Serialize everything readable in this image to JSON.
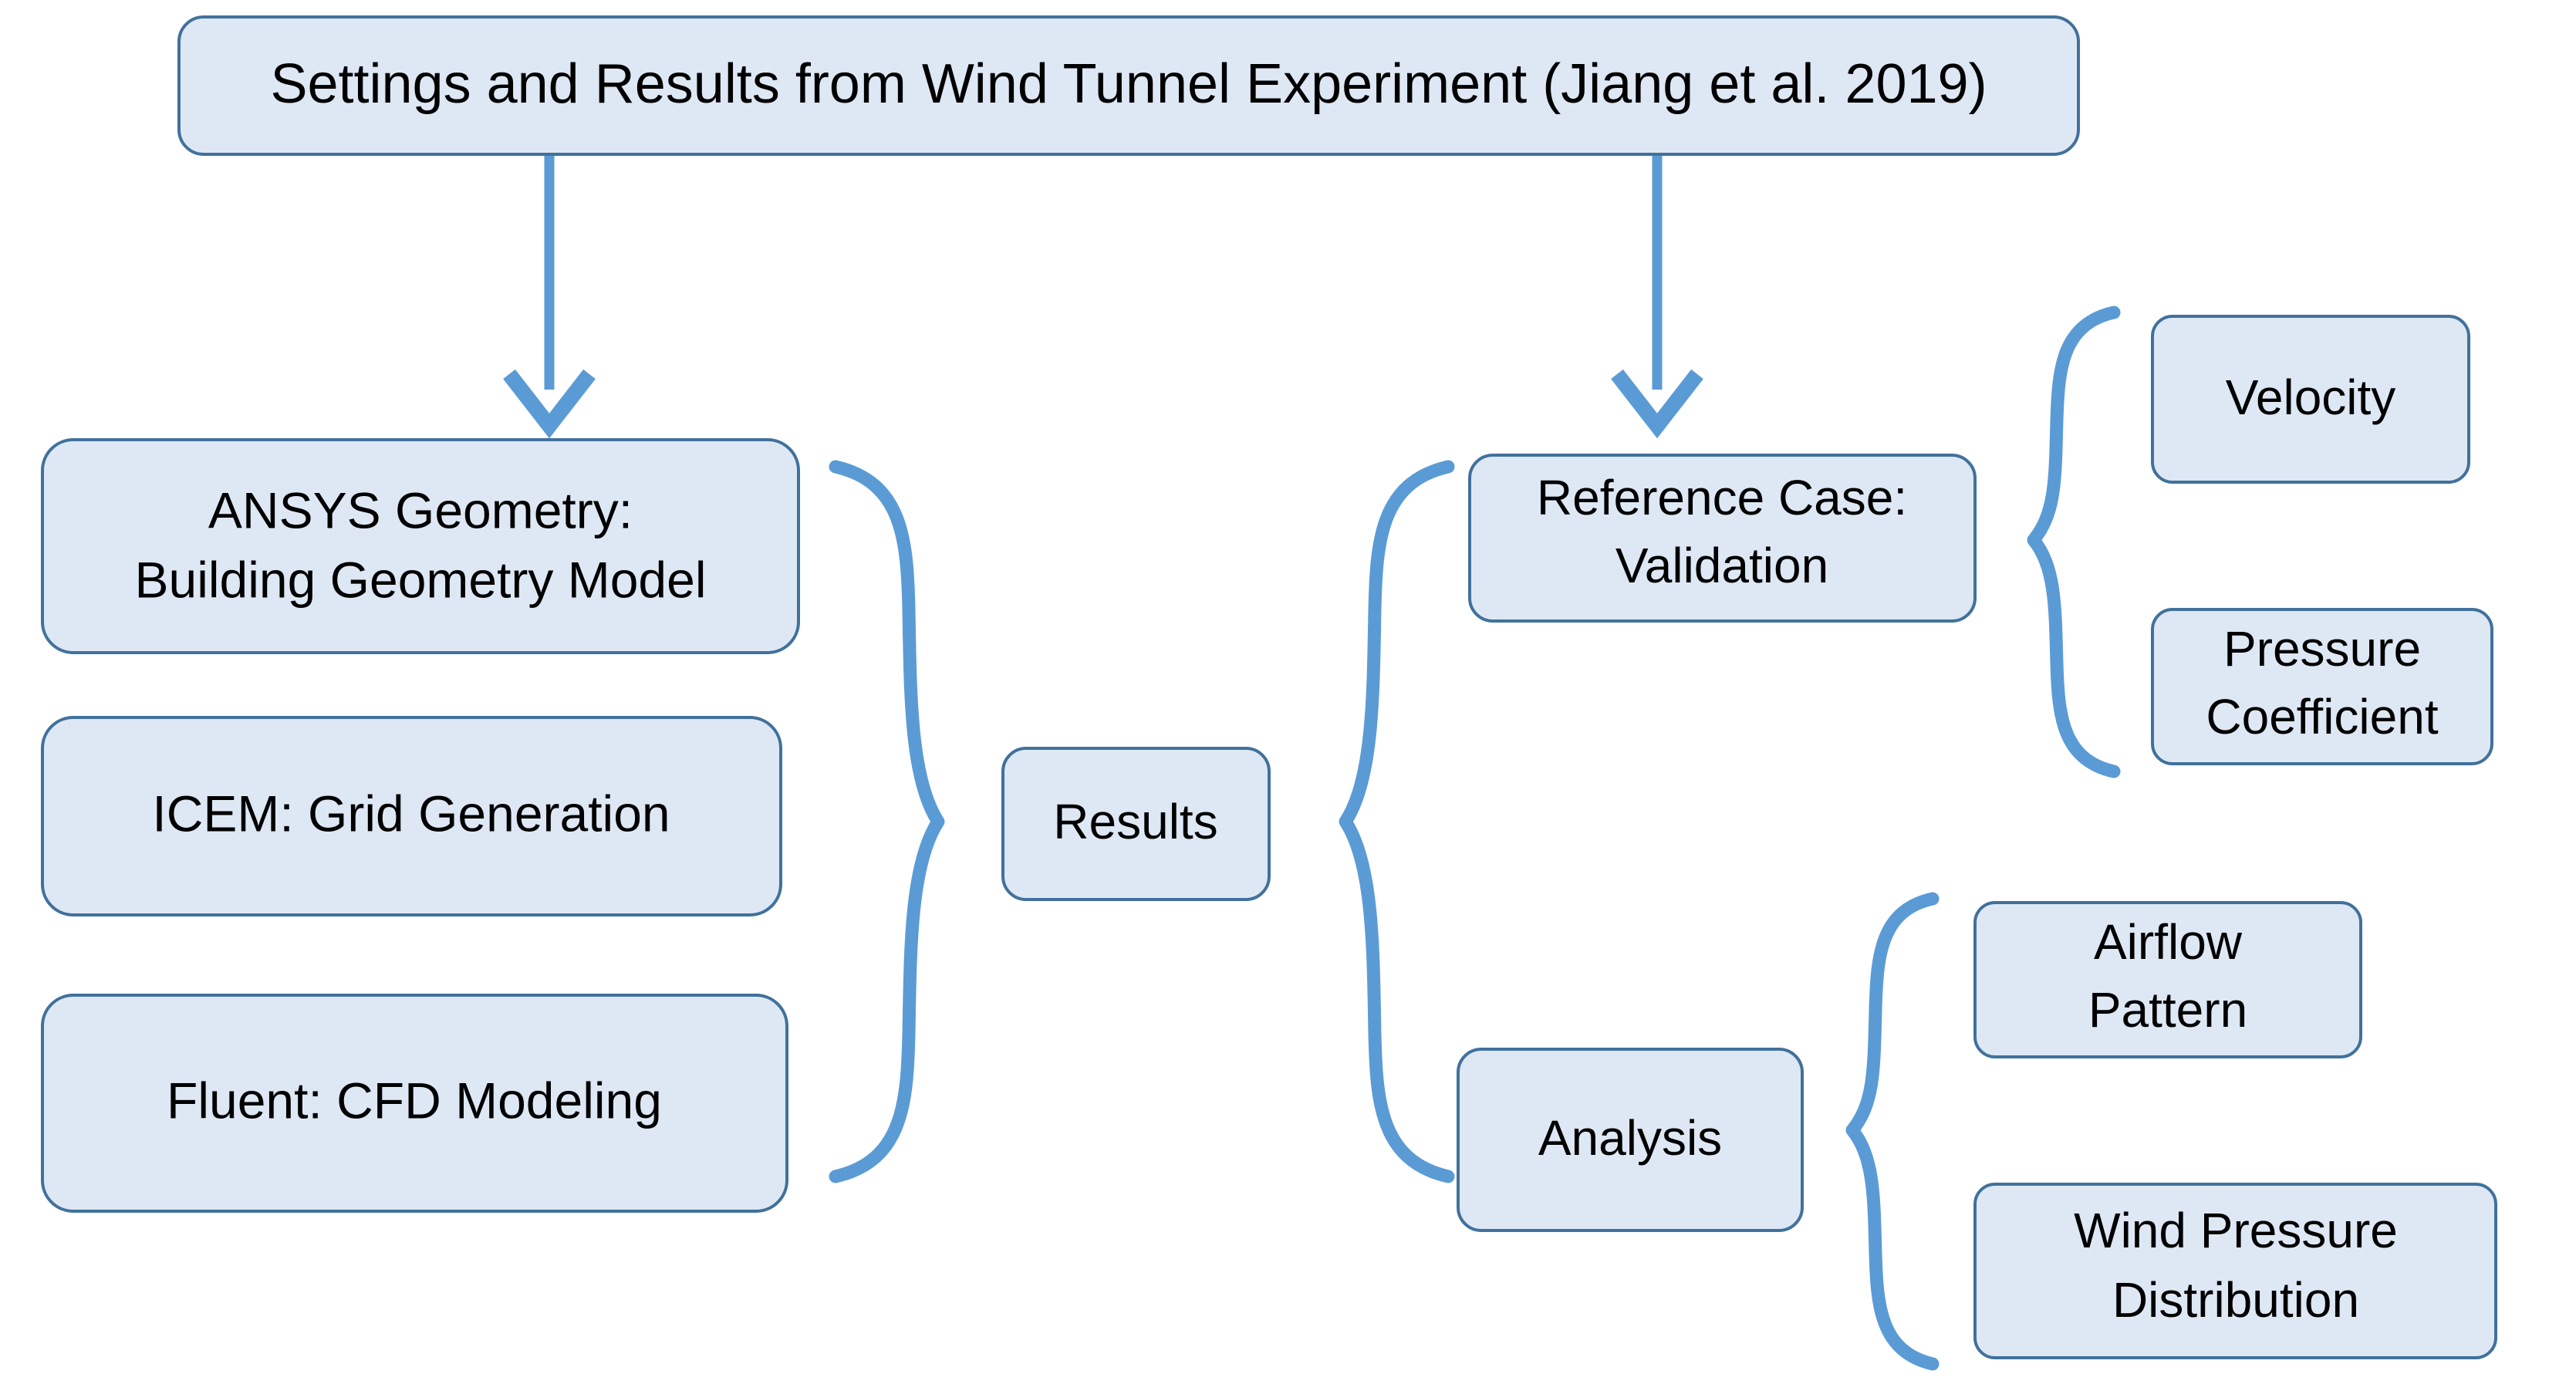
{
  "diagram": {
    "type": "flowchart",
    "background_color": "#FFFFFF",
    "palette": {
      "box_fill": "#DEE8F4",
      "box_border": "#41719C",
      "connector": "#5B9BD5",
      "text": "#000000"
    },
    "title_node": {
      "label": "Settings and Results from Wind Tunnel Experiment (Jiang et al. 2019)"
    },
    "setup_nodes": [
      {
        "id": "ansys",
        "line1": "ANSYS Geometry:",
        "line2": "Building Geometry Model"
      },
      {
        "id": "icem",
        "line1": "ICEM: Grid Generation",
        "line2": ""
      },
      {
        "id": "fluent",
        "line1": "Fluent: CFD Modeling",
        "line2": ""
      }
    ],
    "results_node": {
      "label": "Results"
    },
    "branch_nodes": [
      {
        "id": "reference-case",
        "line1": "Reference Case:",
        "line2": "Validation"
      },
      {
        "id": "analysis",
        "line1": "Analysis",
        "line2": ""
      }
    ],
    "reference_outputs": [
      {
        "id": "velocity",
        "line1": "Velocity",
        "line2": ""
      },
      {
        "id": "pressure-coefficient",
        "line1": "Pressure",
        "line2": "Coefficient"
      }
    ],
    "analysis_outputs": [
      {
        "id": "airflow-pattern",
        "line1": "Airflow",
        "line2": "Pattern"
      },
      {
        "id": "wind-pressure-distribution",
        "line1": "Wind Pressure",
        "line2": "Distribution"
      }
    ],
    "arrows": [
      {
        "id": "title-to-ansys",
        "direction": "down"
      },
      {
        "id": "title-to-reference-case",
        "direction": "down"
      }
    ],
    "braces": [
      {
        "id": "setup-to-results",
        "orientation": "right-pointing"
      },
      {
        "id": "results-to-branches",
        "orientation": "left-pointing"
      },
      {
        "id": "reference-outputs",
        "orientation": "left-pointing"
      },
      {
        "id": "analysis-outputs",
        "orientation": "left-pointing"
      }
    ]
  }
}
